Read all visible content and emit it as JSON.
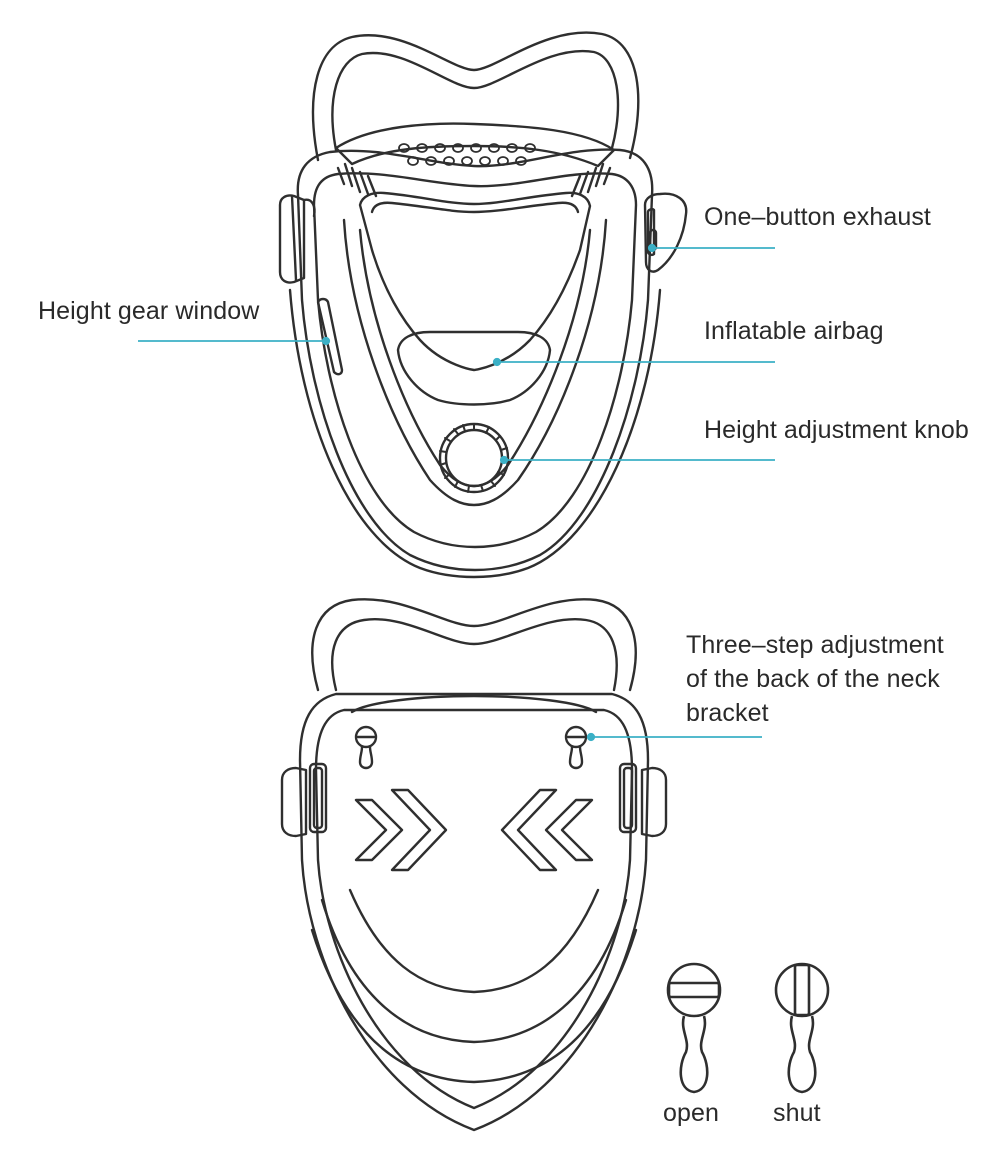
{
  "labels": {
    "exhaust": "One–button exhaust",
    "airbag": "Inflatable airbag",
    "knob": "Height adjustment knob",
    "gear_window": "Height gear window",
    "three_step": [
      "Three–step adjustment",
      "of the back of the neck",
      "bracket"
    ],
    "open": "open",
    "shut": "shut"
  },
  "colors": {
    "outline": "#2f2f2f",
    "leader": "#3bb0c6",
    "text": "#2a2a2a",
    "background": "#ffffff"
  },
  "icons": {
    "front_view": "neck-brace-front-icon",
    "back_view": "neck-brace-back-icon",
    "open_state": "screw-open-icon",
    "shut_state": "screw-shut-icon"
  }
}
